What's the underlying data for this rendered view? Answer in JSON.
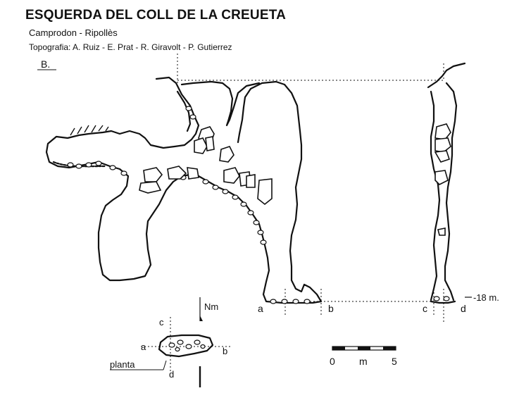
{
  "header": {
    "title": "ESQUERDA DEL COLL DE LA CREUETA",
    "subtitle": "Camprodon - Ripollès",
    "credits": "Topografia: A. Ruiz - E. Prat - R. Giravolt - P. Gutierrez"
  },
  "section_label": "B.",
  "depth_label": "-18 m.",
  "profile_labels": {
    "a": "a",
    "b": "b",
    "c": "c",
    "d": "d"
  },
  "plan": {
    "north": "Nm",
    "label": "planta",
    "a": "a",
    "b": "b",
    "c": "c",
    "d": "d"
  },
  "scale": {
    "zero": "0",
    "unit": "m",
    "five": "5"
  }
}
